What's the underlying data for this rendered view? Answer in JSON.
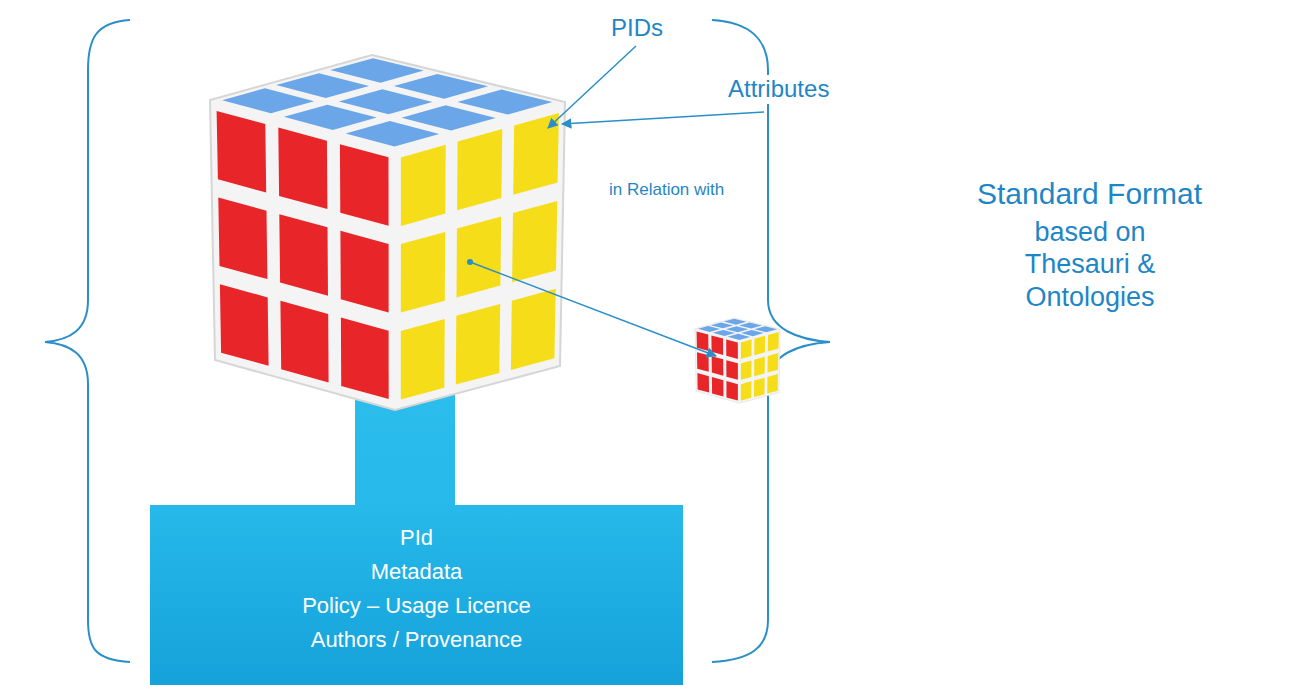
{
  "diagram": {
    "nodes": [
      {
        "text": [
          "PId",
          "Metadata",
          "Policy – Usage Licence",
          "Authors / Provenance"
        ]
      }
    ],
    "labels": [
      "PIDs",
      "Attributes",
      "in Relation with",
      "Standard Format",
      "based on Thesauri & Ontologies"
    ]
  }
}
